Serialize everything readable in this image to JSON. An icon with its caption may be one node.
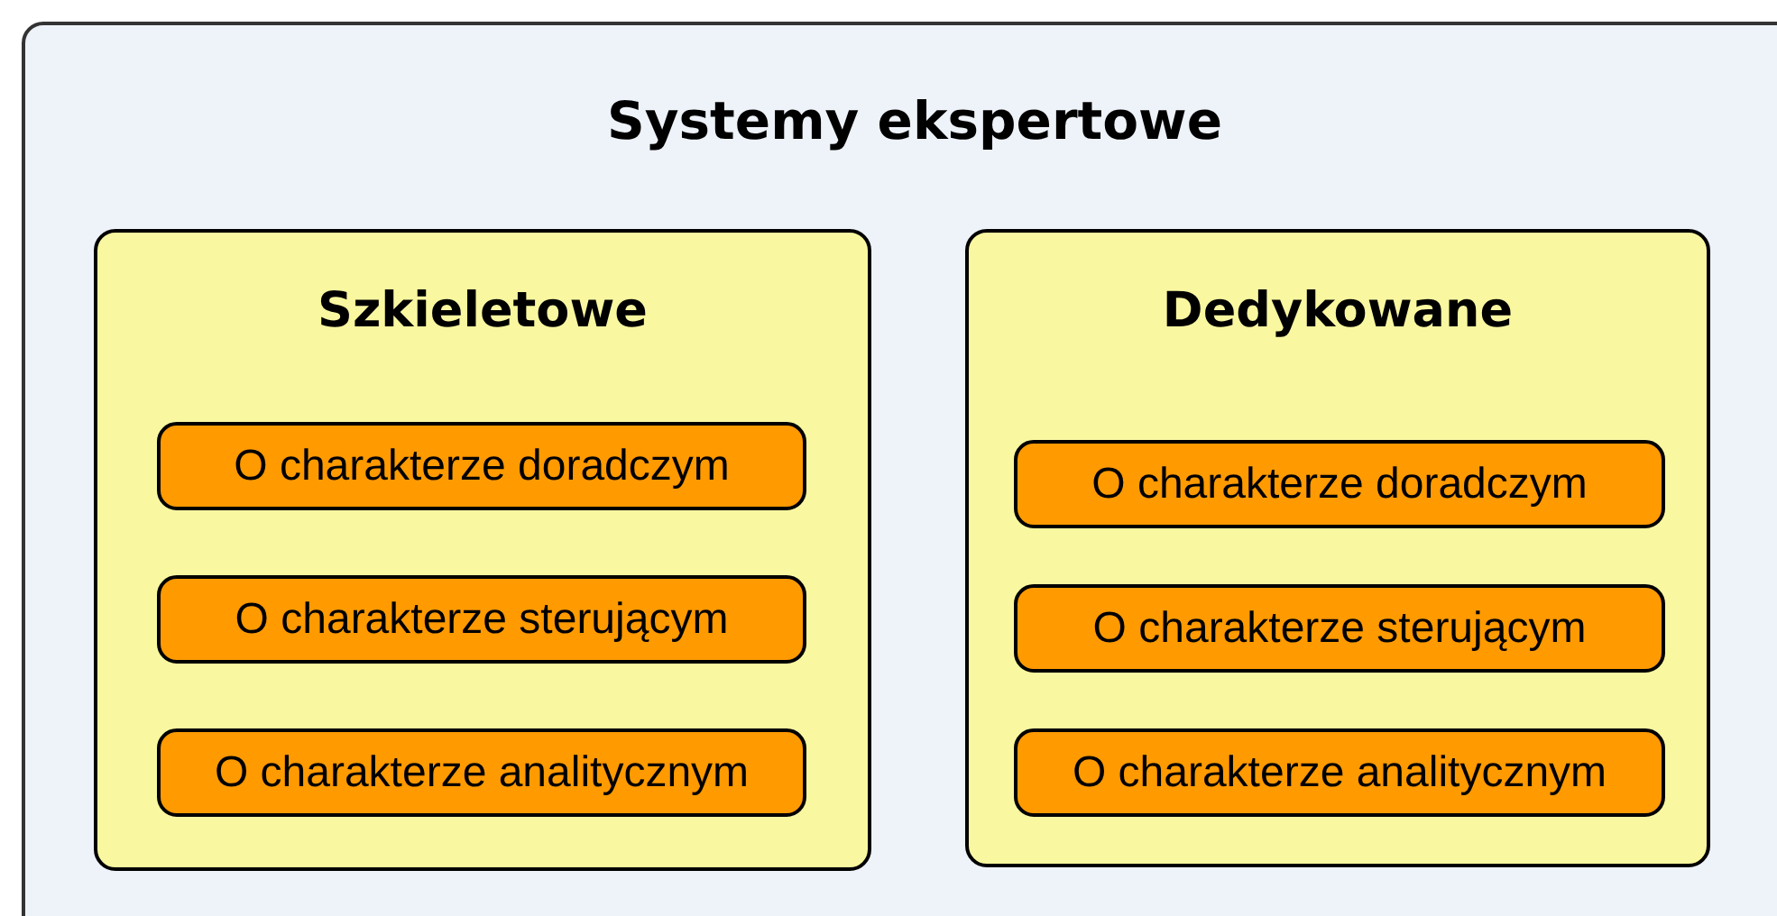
{
  "diagram": {
    "nodes": [
      {
        "text": [
          "Systemy ekspertowe"
        ]
      },
      {
        "text": [
          "Szkieletowe"
        ],
        "in": 0
      },
      {
        "text": [
          "O charakterze doradczym"
        ],
        "in": 1
      },
      {
        "text": [
          "O charakterze sterującym"
        ],
        "in": 1
      },
      {
        "text": [
          "O charakterze analitycznym"
        ],
        "in": 1
      },
      {
        "text": [
          "Dedykowane"
        ],
        "in": 0
      },
      {
        "text": [
          "O charakterze doradczym"
        ],
        "in": 5
      },
      {
        "text": [
          "O charakterze sterującym"
        ],
        "in": 5
      },
      {
        "text": [
          "O charakterze analitycznym"
        ],
        "in": 5
      }
    ]
  }
}
